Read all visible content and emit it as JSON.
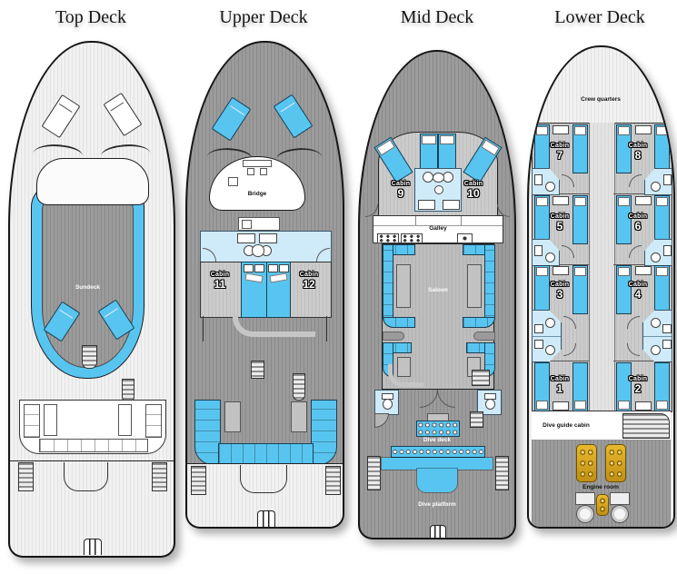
{
  "decks": {
    "top": {
      "title": "Top Deck",
      "sundeck": "Sundeck"
    },
    "upper": {
      "title": "Upper Deck",
      "bridge": "Bridge",
      "cabin11": {
        "word": "Cabin",
        "num": "11"
      },
      "cabin12": {
        "word": "Cabin",
        "num": "12"
      }
    },
    "mid": {
      "title": "Mid Deck",
      "galley": "Galley",
      "saloon": "Saloon",
      "dive_deck": "Dive deck",
      "dive_platform": "Dive platform",
      "cabin9": {
        "word": "Cabin",
        "num": "9"
      },
      "cabin10": {
        "word": "Cabin",
        "num": "10"
      }
    },
    "lower": {
      "title": "Lower Deck",
      "crew_quarters": "Crew quarters",
      "dive_guide_cabin": "Dive guide cabin",
      "engine_room": "Engine room",
      "cabin1": {
        "word": "Cabin",
        "num": "1"
      },
      "cabin2": {
        "word": "Cabin",
        "num": "2"
      },
      "cabin3": {
        "word": "Cabin",
        "num": "3"
      },
      "cabin4": {
        "word": "Cabin",
        "num": "4"
      },
      "cabin5": {
        "word": "Cabin",
        "num": "5"
      },
      "cabin6": {
        "word": "Cabin",
        "num": "6"
      },
      "cabin7": {
        "word": "Cabin",
        "num": "7"
      },
      "cabin8": {
        "word": "Cabin",
        "num": "8"
      }
    }
  },
  "colors": {
    "accent_blue": "#58c5f0",
    "bath_blue": "#cfeaf8",
    "deck_dark": "#9b9b9b",
    "deck_light": "#f1f1f1",
    "engine_gold": "#d9a41f"
  }
}
